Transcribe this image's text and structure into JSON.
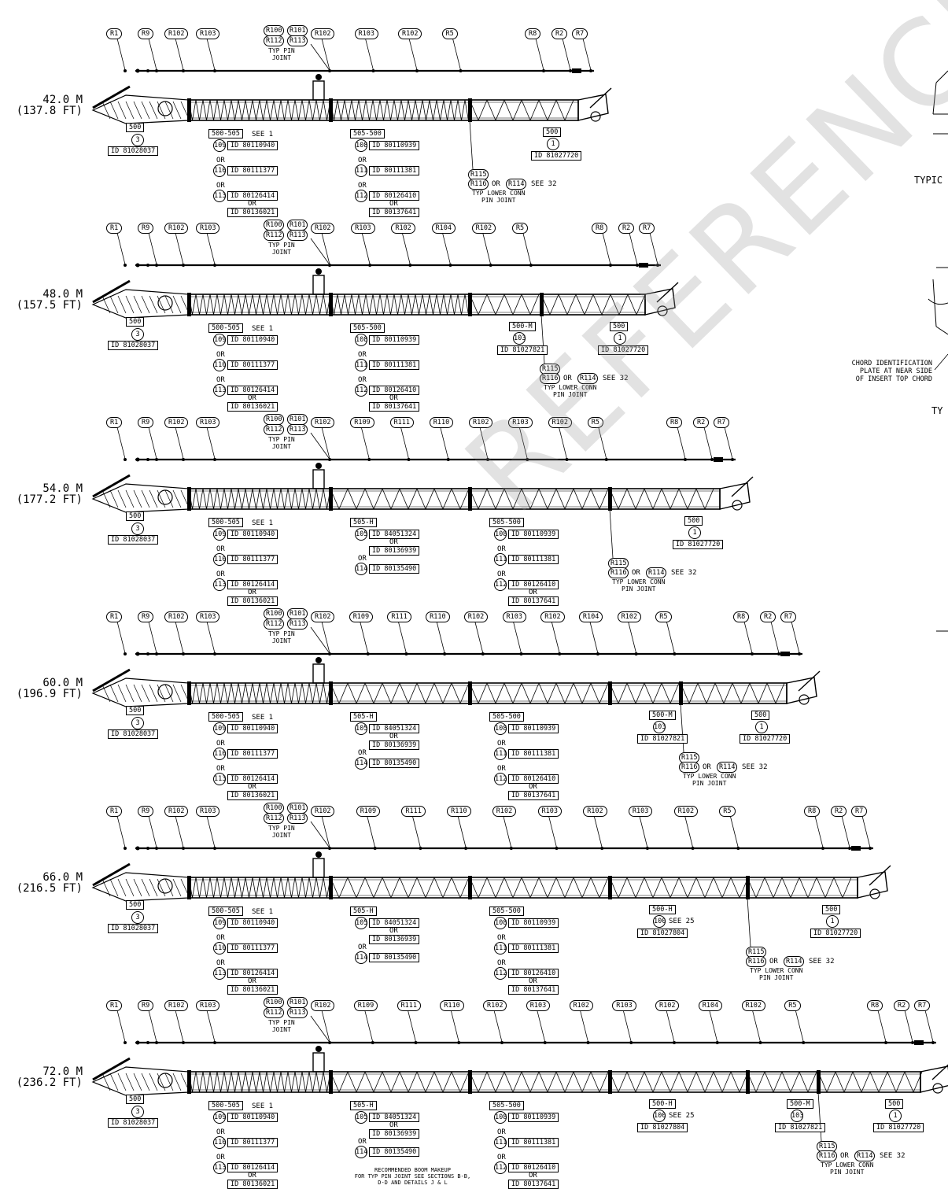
{
  "rows": [
    {
      "len_m": "42.0 M",
      "len_ft": "(137.8 FT)",
      "refs": [
        "R1",
        "R9",
        "R102",
        "R103",
        "R102",
        "R103",
        "R102",
        "R5",
        "R8",
        "R2",
        "R7"
      ],
      "pin_label": "TYP PIN\nJOINT",
      "pin_refs": [
        "R100",
        "R101",
        "R112",
        "R113"
      ],
      "sections": [
        {
          "type": "500",
          "num": "3",
          "ids": [
            "ID 81028037"
          ],
          "alts": []
        },
        {
          "type": "500-505",
          "see": "1",
          "alts": [
            [
              "109",
              "ID 80110940"
            ],
            [
              "110",
              "ID 80111377"
            ],
            [
              "113",
              "ID 80126414",
              "ID 80136021"
            ]
          ]
        },
        {
          "type": "505-500",
          "alts": [
            [
              "108",
              "ID 80110939"
            ],
            [
              "111",
              "ID 80111381"
            ],
            [
              "112",
              "ID 80126410",
              "ID 80137641"
            ]
          ]
        },
        {
          "type": "500",
          "num": "1",
          "ids": [
            "ID 81027720"
          ],
          "alts": []
        }
      ]
    },
    {
      "len_m": "48.0 M",
      "len_ft": "(157.5 FT)",
      "refs": [
        "R1",
        "R9",
        "R102",
        "R103",
        "R102",
        "R103",
        "R102",
        "R104",
        "R102",
        "R5",
        "R8",
        "R2",
        "R7"
      ],
      "pin_label": "TYP PIN\nJOINT",
      "pin_refs": [
        "R100",
        "R101",
        "R112",
        "R113"
      ],
      "sections": [
        {
          "type": "500",
          "num": "3",
          "ids": [
            "ID 81028037"
          ],
          "alts": []
        },
        {
          "type": "500-505",
          "see": "1",
          "alts": [
            [
              "109",
              "ID 80110940"
            ],
            [
              "110",
              "ID 80111377"
            ],
            [
              "113",
              "ID 80126414",
              "ID 80136021"
            ]
          ]
        },
        {
          "type": "505-500",
          "alts": [
            [
              "108",
              "ID 80110939"
            ],
            [
              "111",
              "ID 80111381"
            ],
            [
              "112",
              "ID 80126410",
              "ID 80137641"
            ]
          ]
        },
        {
          "type": "500-M",
          "num": "103",
          "ids": [
            "ID 81027821"
          ],
          "alts": []
        },
        {
          "type": "500",
          "num": "1",
          "ids": [
            "ID 81027720"
          ],
          "alts": []
        }
      ]
    },
    {
      "len_m": "54.0 M",
      "len_ft": "(177.2 FT)",
      "refs": [
        "R1",
        "R9",
        "R102",
        "R103",
        "R102",
        "R109",
        "R111",
        "R110",
        "R102",
        "R103",
        "R102",
        "R5",
        "R8",
        "R2",
        "R7"
      ],
      "pin_label": "TYP PIN\nJOINT",
      "pin_refs": [
        "R100",
        "R101",
        "R112",
        "R113"
      ],
      "sections": [
        {
          "type": "500",
          "num": "3",
          "ids": [
            "ID 81028037"
          ],
          "alts": []
        },
        {
          "type": "500-505",
          "see": "1",
          "alts": [
            [
              "109",
              "ID 80110940"
            ],
            [
              "110",
              "ID 80111377"
            ],
            [
              "113",
              "ID 80126414",
              "ID 80136021"
            ]
          ]
        },
        {
          "type": "505-H",
          "alts": [
            [
              "105",
              "ID 84051324",
              "ID 80136939"
            ],
            [
              "114",
              "ID 80135490"
            ]
          ]
        },
        {
          "type": "505-500",
          "alts": [
            [
              "108",
              "ID 80110939"
            ],
            [
              "111",
              "ID 80111381"
            ],
            [
              "112",
              "ID 80126410",
              "ID 80137641"
            ]
          ]
        },
        {
          "type": "500",
          "num": "1",
          "ids": [
            "ID 81027720"
          ],
          "alts": []
        }
      ]
    },
    {
      "len_m": "60.0 M",
      "len_ft": "(196.9 FT)",
      "refs": [
        "R1",
        "R9",
        "R102",
        "R103",
        "R102",
        "R109",
        "R111",
        "R110",
        "R102",
        "R103",
        "R102",
        "R104",
        "R102",
        "R5",
        "R8",
        "R2",
        "R7"
      ],
      "pin_label": "TYP PIN\nJOINT",
      "pin_refs": [
        "R100",
        "R101",
        "R112",
        "R113"
      ],
      "sections": [
        {
          "type": "500",
          "num": "3",
          "ids": [
            "ID 81028037"
          ],
          "alts": []
        },
        {
          "type": "500-505",
          "see": "1",
          "alts": [
            [
              "109",
              "ID 80110940"
            ],
            [
              "110",
              "ID 80111377"
            ],
            [
              "113",
              "ID 80126414",
              "ID 80136021"
            ]
          ]
        },
        {
          "type": "505-H",
          "alts": [
            [
              "105",
              "ID 84051324",
              "ID 80136939"
            ],
            [
              "114",
              "ID 80135490"
            ]
          ]
        },
        {
          "type": "505-500",
          "alts": [
            [
              "108",
              "ID 80110939"
            ],
            [
              "111",
              "ID 80111381"
            ],
            [
              "112",
              "ID 80126410",
              "ID 80137641"
            ]
          ]
        },
        {
          "type": "500-M",
          "num": "103",
          "ids": [
            "ID 81027821"
          ],
          "alts": []
        },
        {
          "type": "500",
          "num": "1",
          "ids": [
            "ID 81027720"
          ],
          "alts": []
        }
      ]
    },
    {
      "len_m": "66.0 M",
      "len_ft": "(216.5 FT)",
      "refs": [
        "R1",
        "R9",
        "R102",
        "R103",
        "R102",
        "R109",
        "R111",
        "R110",
        "R102",
        "R103",
        "R102",
        "R103",
        "R102",
        "R5",
        "R8",
        "R2",
        "R7"
      ],
      "pin_label": "TYP PIN\nJOINT",
      "pin_refs": [
        "R100",
        "R101",
        "R112",
        "R113"
      ],
      "sections": [
        {
          "type": "500",
          "num": "3",
          "ids": [
            "ID 81028037"
          ],
          "alts": []
        },
        {
          "type": "500-505",
          "see": "1",
          "alts": [
            [
              "109",
              "ID 80110940"
            ],
            [
              "110",
              "ID 80111377"
            ],
            [
              "113",
              "ID 80126414",
              "ID 80136021"
            ]
          ]
        },
        {
          "type": "505-H",
          "alts": [
            [
              "105",
              "ID 84051324",
              "ID 80136939"
            ],
            [
              "114",
              "ID 80135490"
            ]
          ]
        },
        {
          "type": "505-500",
          "alts": [
            [
              "108",
              "ID 80110939"
            ],
            [
              "111",
              "ID 80111381"
            ],
            [
              "112",
              "ID 80126410",
              "ID 80137641"
            ]
          ]
        },
        {
          "type": "500-H",
          "num": "100",
          "see": "25",
          "ids": [
            "ID 81027804"
          ],
          "alts": []
        },
        {
          "type": "500",
          "num": "1",
          "ids": [
            "ID 81027720"
          ],
          "alts": []
        }
      ]
    },
    {
      "len_m": "72.0 M",
      "len_ft": "(236.2 FT)",
      "refs": [
        "R1",
        "R9",
        "R102",
        "R103",
        "R102",
        "R109",
        "R111",
        "R110",
        "R102",
        "R103",
        "R102",
        "R103",
        "R102",
        "R104",
        "R102",
        "R5",
        "R8",
        "R2",
        "R7"
      ],
      "pin_label": "TYP PIN\nJOINT",
      "pin_refs": [
        "R100",
        "R101",
        "R112",
        "R113"
      ],
      "sections": [
        {
          "type": "500",
          "num": "3",
          "ids": [
            "ID 81028037"
          ],
          "alts": []
        },
        {
          "type": "500-505",
          "see": "1",
          "alts": [
            [
              "109",
              "ID 80110940"
            ],
            [
              "110",
              "ID 80111377"
            ],
            [
              "113",
              "ID 80126414",
              "ID 80136021"
            ]
          ]
        },
        {
          "type": "505-H",
          "alts": [
            [
              "105",
              "ID 84051324",
              "ID 80136939"
            ],
            [
              "114",
              "ID 80135490"
            ]
          ]
        },
        {
          "type": "505-500",
          "alts": [
            [
              "108",
              "ID 80110939"
            ],
            [
              "111",
              "ID 80111381"
            ],
            [
              "112",
              "ID 80126410",
              "ID 80137641"
            ]
          ]
        },
        {
          "type": "500-H",
          "num": "100",
          "see": "25",
          "ids": [
            "ID 81027804"
          ],
          "alts": []
        },
        {
          "type": "500-M",
          "num": "103",
          "ids": [
            "ID 81027821"
          ],
          "alts": []
        },
        {
          "type": "500",
          "num": "1",
          "ids": [
            "ID 81027720"
          ],
          "alts": []
        }
      ]
    }
  ],
  "lower_conn": {
    "r1": "R115",
    "r2": "R116",
    "or": "OR",
    "r3": "R114",
    "see": "SEE",
    "num": "32",
    "label": "TYP LOWER CONN\nPIN JOINT"
  },
  "or_text": "OR",
  "see_text": "SEE",
  "right_side": {
    "typical_1": "TYPIC",
    "chord_note": "CHORD IDENTIFICATION\nPLATE AT NEAR SIDE\nOF INSERT TOP CHORD",
    "typical_2": "TY"
  },
  "footer_note": "RECOMMENDED BOOM MAKEUP\nFOR TYP PIN JOINT SEE SECTIONS B-B,\nD-D AND DETAILS J & L",
  "watermark": "REFERENCE O"
}
